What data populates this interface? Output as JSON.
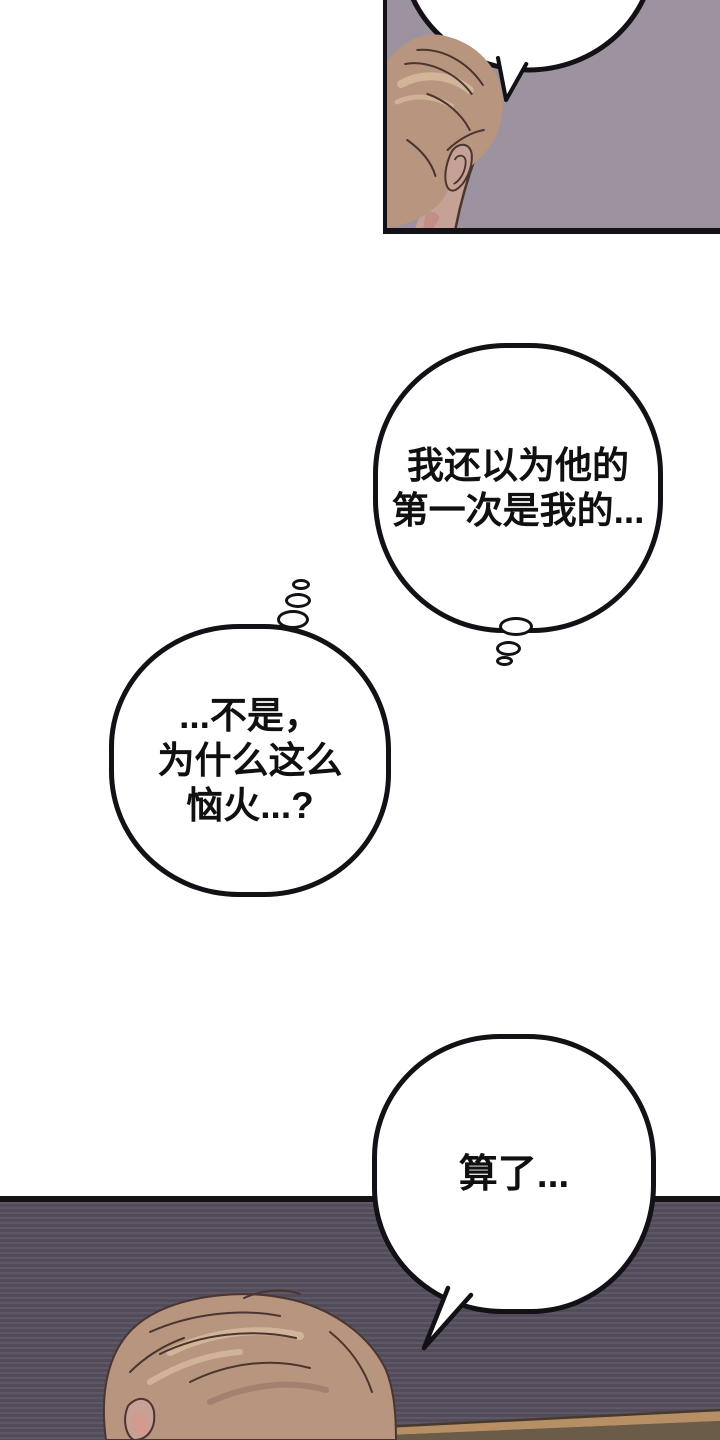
{
  "page": {
    "kind": "comic-page",
    "background": "#ffffff"
  },
  "colors": {
    "ink": "#131016",
    "panel_top_bg": "#9d93a0",
    "panel_bottom_bg_light": "#5e5766",
    "panel_bottom_bg_dark": "#524c5a",
    "hair_base": "#b7957f",
    "hair_highlight": "#d5b89c",
    "hair_shadow": "#9c7c6a",
    "hair_line": "#4a3530",
    "skin": "#c5a196",
    "skin_shadow": "#c38e86",
    "ear_inner": "#d49a90",
    "wood_top": "#b69064",
    "wood_side": "#6b5b49",
    "bubble_fill": "#ffffff",
    "text_color": "#101010"
  },
  "bubbles": {
    "top_speech": {
      "text": ""
    },
    "thought_1": {
      "lines": [
        "我还以为他的",
        "第一次是我的..."
      ]
    },
    "thought_2": {
      "lines": [
        "...不是，",
        "为什么这么",
        "恼火...?"
      ]
    },
    "bottom_speech": {
      "text": "算了..."
    }
  }
}
